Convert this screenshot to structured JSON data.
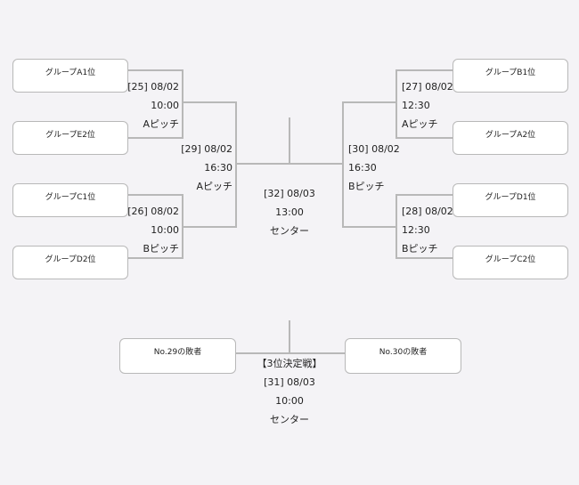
{
  "teams": {
    "a1": "グループA1位",
    "e2": "グループE2位",
    "c1": "グループC1位",
    "d2": "グループD2位",
    "b1": "グループB1位",
    "a2": "グループA2位",
    "d1": "グループD1位",
    "c2": "グループC2位",
    "loser29": "No.29の敗者",
    "loser30": "No.30の敗者"
  },
  "matches": {
    "m25": {
      "id_date": "[25] 08/02",
      "time": "10:00",
      "venue": "Aピッチ"
    },
    "m26": {
      "id_date": "[26] 08/02",
      "time": "10:00",
      "venue": "Bピッチ"
    },
    "m27": {
      "id_date": "[27] 08/02",
      "time": "12:30",
      "venue": "Aピッチ"
    },
    "m28": {
      "id_date": "[28] 08/02",
      "time": "12:30",
      "venue": "Bピッチ"
    },
    "m29": {
      "id_date": "[29] 08/02",
      "time": "16:30",
      "venue": "Aピッチ"
    },
    "m30": {
      "id_date": "[30] 08/02",
      "time": "16:30",
      "venue": "Bピッチ"
    },
    "m32": {
      "id_date": "[32] 08/03",
      "time": "13:00",
      "venue": "センター"
    },
    "m31": {
      "title": "【3位決定戦】",
      "id_date": "[31] 08/03",
      "time": "10:00",
      "venue": "センター"
    }
  },
  "colors": {
    "line": "#b8b8b8",
    "box_border": "#b8b8b8",
    "box_bg": "#ffffff",
    "background": "#f4f3f6"
  }
}
